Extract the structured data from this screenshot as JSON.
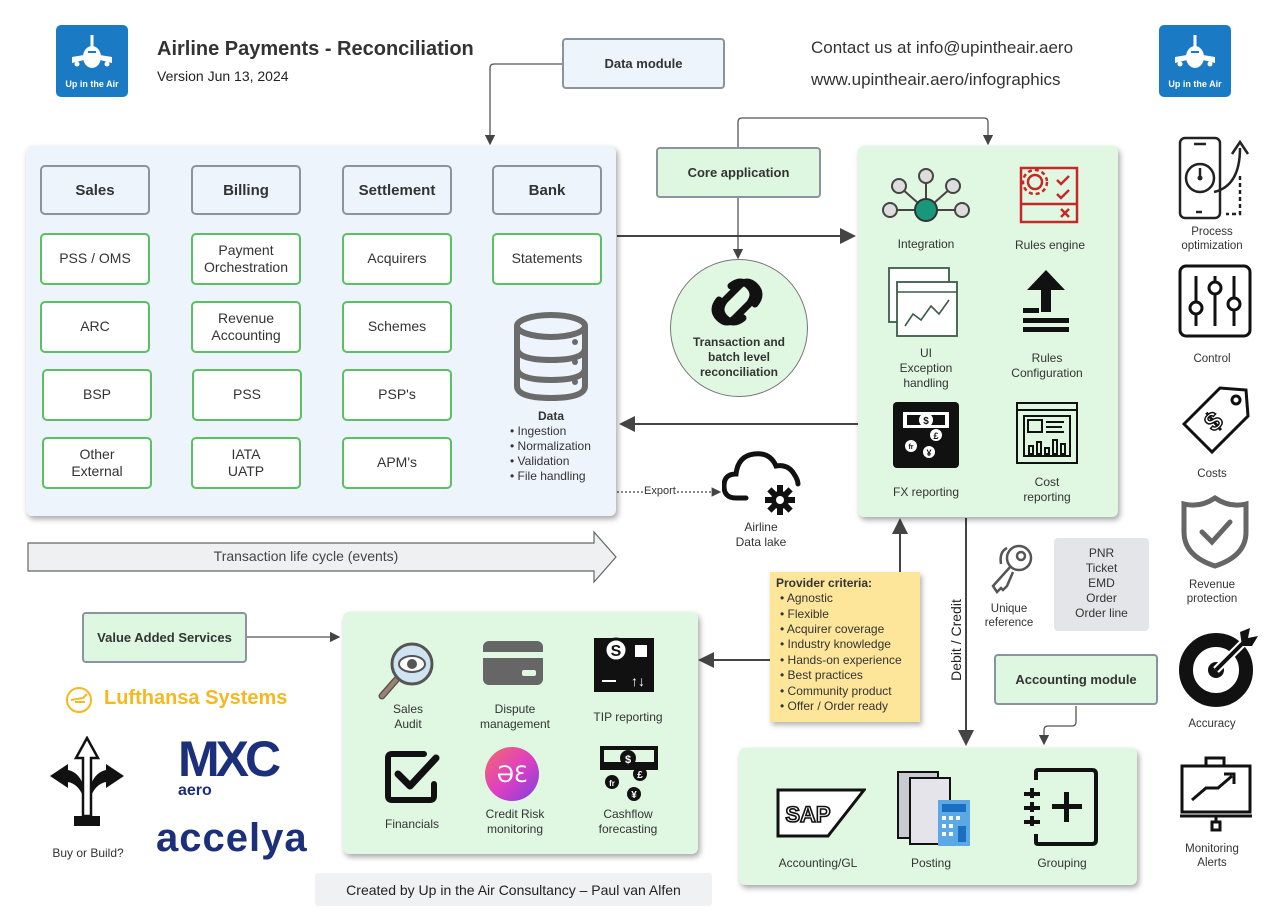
{
  "header": {
    "logo_text": "Up in the Air",
    "title": "Airline Payments - Reconciliation",
    "version": "Version Jun 13, 2024",
    "contact": "Contact us at info@upintheair.aero",
    "website": "www.upintheair.aero/infographics"
  },
  "modules": {
    "data_module": "Data module",
    "core_application": "Core application",
    "value_added_services": "Value Added Services",
    "accounting_module": "Accounting module"
  },
  "lifecycle": {
    "stages": [
      "Sales",
      "Billing",
      "Settlement",
      "Bank"
    ],
    "sales": [
      "PSS / OMS",
      "ARC",
      "BSP",
      "Other\nExternal"
    ],
    "billing": [
      "Payment\nOrchestration",
      "Revenue\nAccounting",
      "PSS",
      "IATA\nUATP"
    ],
    "settlement": [
      "Acquirers",
      "Schemes",
      "PSP's",
      "APM's"
    ],
    "bank": [
      "Statements"
    ],
    "data_title": "Data",
    "data_items": [
      "Ingestion",
      "Normalization",
      "Validation",
      "File handling"
    ],
    "arrow_label": "Transaction life cycle (events)"
  },
  "reconciliation": {
    "label": "Transaction and\nbatch level\nreconciliation"
  },
  "export": {
    "label": "Export",
    "target": "Airline\nData lake"
  },
  "core_features": [
    {
      "icon": "integration-icon",
      "label": "Integration"
    },
    {
      "icon": "rules-engine-icon",
      "label": "Rules engine"
    },
    {
      "icon": "ui-exception-icon",
      "label": "UI\nException\nhandling"
    },
    {
      "icon": "rules-configuration-icon",
      "label": "Rules\nConfiguration"
    },
    {
      "icon": "fx-reporting-icon",
      "label": "FX reporting"
    },
    {
      "icon": "cost-reporting-icon",
      "label": "Cost\nreporting"
    }
  ],
  "provider_criteria": {
    "title": "Provider criteria:",
    "items": [
      "Agnostic",
      "Flexible",
      "Acquirer coverage",
      "Industry knowledge",
      "Hands-on experience",
      "Best practices",
      "Community product",
      "Offer / Order ready"
    ]
  },
  "debit_credit": "Debit / Credit",
  "unique_reference": {
    "label": "Unique\nreference",
    "items": [
      "PNR",
      "Ticket",
      "EMD",
      "Order",
      "Order line"
    ]
  },
  "value_added": [
    {
      "icon": "sales-audit-icon",
      "label": "Sales\nAudit"
    },
    {
      "icon": "dispute-management-icon",
      "label": "Dispute\nmanagement"
    },
    {
      "icon": "tip-reporting-icon",
      "label": "TIP reporting"
    },
    {
      "icon": "financials-icon",
      "label": "Financials"
    },
    {
      "icon": "credit-risk-icon",
      "label": "Credit Risk\nmonitoring"
    },
    {
      "icon": "cashflow-forecasting-icon",
      "label": "Cashflow\nforecasting"
    }
  ],
  "accounting": [
    {
      "icon": "sap-icon",
      "label": "Accounting/GL"
    },
    {
      "icon": "posting-icon",
      "label": "Posting"
    },
    {
      "icon": "grouping-icon",
      "label": "Grouping"
    }
  ],
  "benefits": [
    {
      "icon": "process-optimization-icon",
      "label": "Process\noptimization"
    },
    {
      "icon": "control-icon",
      "label": "Control"
    },
    {
      "icon": "costs-icon",
      "label": "Costs"
    },
    {
      "icon": "revenue-protection-icon",
      "label": "Revenue\nprotection"
    },
    {
      "icon": "accuracy-icon",
      "label": "Accuracy"
    },
    {
      "icon": "monitoring-alerts-icon",
      "label": "Monitoring\nAlerts"
    }
  ],
  "vendors": {
    "lufthansa": "Lufthansa Systems",
    "mxc_main": "MXC",
    "mxc_sub": "aero",
    "accelya": "accelya",
    "buy_or_build": "Buy or Build?"
  },
  "footer": "Created by Up in the Air Consultancy – Paul van Alfen",
  "colors": {
    "brand_blue": "#1a7bc4",
    "panel_blue": "#eef4fc",
    "panel_green": "#e0f8e2",
    "border_green": "#5bbf63",
    "sticky_yellow": "#fde69a",
    "lufthansa_yellow": "#f5b820",
    "vendor_navy": "#1b2f7a"
  }
}
